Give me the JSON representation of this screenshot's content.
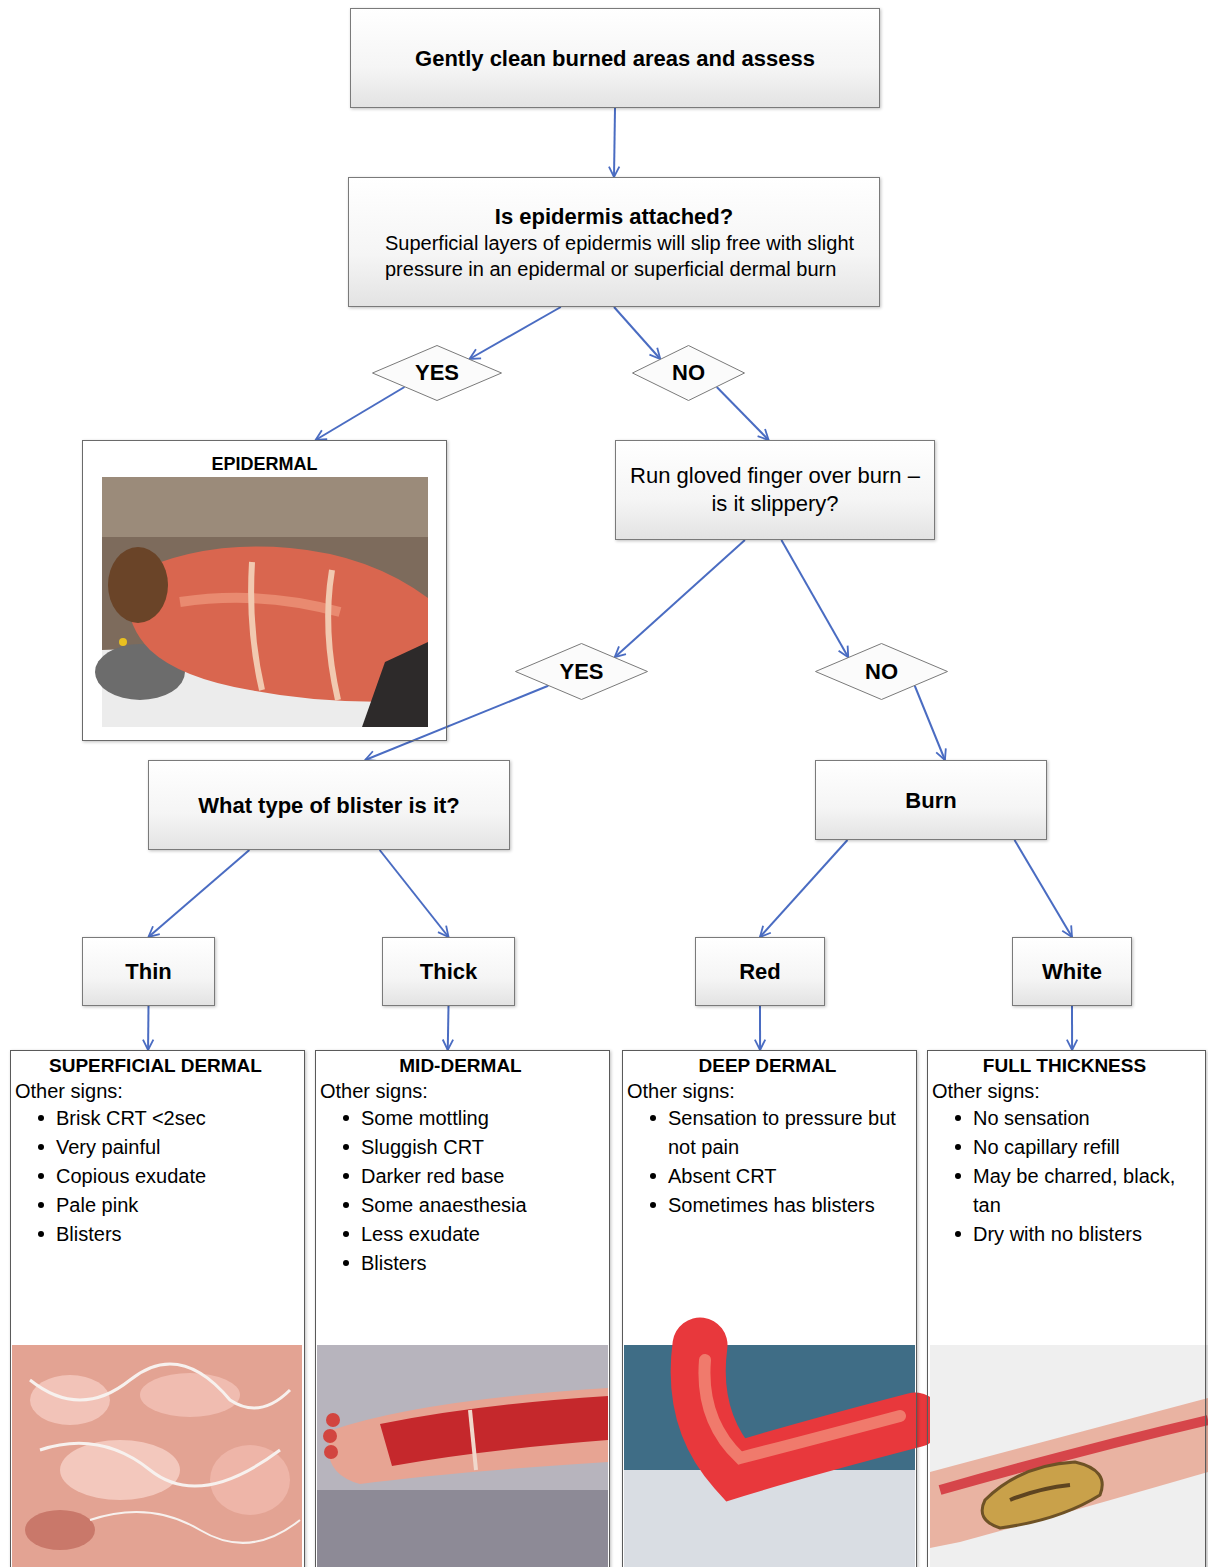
{
  "diagram": {
    "nodes": [
      {
        "text": [
          "Gently clean burned areas and assess"
        ]
      },
      {
        "text": [
          "Is epidermis attached?",
          "Superficial layers of epidermis will slip free with slight pressure in an epidermal or superficial dermal burn"
        ]
      },
      {
        "text": [
          "YES"
        ]
      },
      {
        "text": [
          "NO"
        ]
      },
      {
        "text": [
          "EPIDERMAL"
        ]
      },
      {
        "text": [
          "Run gloved finger over burn – is it slippery?"
        ]
      },
      {
        "text": [
          "YES"
        ]
      },
      {
        "text": [
          "NO"
        ]
      },
      {
        "text": [
          "What type of blister is it?"
        ]
      },
      {
        "text": [
          "Burn"
        ]
      },
      {
        "text": [
          "Thin"
        ]
      },
      {
        "text": [
          "Thick"
        ]
      },
      {
        "text": [
          "Red"
        ]
      },
      {
        "text": [
          "White"
        ]
      },
      {
        "text": [
          "SUPERFICIAL DERMAL",
          "Other signs:",
          "Brisk CRT <2sec",
          "Very painful",
          "Copious exudate",
          "Pale pink",
          "Blisters"
        ]
      },
      {
        "text": [
          "MID-DERMAL",
          "Other signs:",
          "Some mottling",
          "Sluggish CRT",
          "Darker red base",
          "Some anaesthesia",
          "Less exudate",
          "Blisters"
        ]
      },
      {
        "text": [
          "DEEP DERMAL",
          "Other signs:",
          "Sensation to pressure but not pain",
          "Absent CRT",
          "Sometimes has blisters"
        ]
      },
      {
        "text": [
          "FULL THICKNESS",
          "Other signs:",
          "No sensation",
          "No capillary refill",
          "May be charred, black, tan",
          "Dry with no blisters"
        ]
      }
    ],
    "edges": [
      {
        "from": 0,
        "to": 1,
        "arrow": "to"
      },
      {
        "from": 1,
        "to": 2,
        "arrow": "to"
      },
      {
        "from": 1,
        "to": 3,
        "arrow": "to"
      },
      {
        "from": 2,
        "to": 4,
        "arrow": "to"
      },
      {
        "from": 3,
        "to": 5,
        "arrow": "to"
      },
      {
        "from": 5,
        "to": 6,
        "arrow": "to"
      },
      {
        "from": 5,
        "to": 7,
        "arrow": "to"
      },
      {
        "from": 6,
        "to": 8,
        "arrow": "to"
      },
      {
        "from": 7,
        "to": 9,
        "arrow": "to"
      },
      {
        "from": 8,
        "to": 10,
        "arrow": "to"
      },
      {
        "from": 8,
        "to": 11,
        "arrow": "to"
      },
      {
        "from": 9,
        "to": 12,
        "arrow": "to"
      },
      {
        "from": 9,
        "to": 13,
        "arrow": "to"
      },
      {
        "from": 10,
        "to": 14,
        "arrow": "to"
      },
      {
        "from": 11,
        "to": 15,
        "arrow": "to"
      },
      {
        "from": 12,
        "to": 16,
        "arrow": "to"
      },
      {
        "from": 13,
        "to": 17,
        "arrow": "to"
      }
    ]
  }
}
